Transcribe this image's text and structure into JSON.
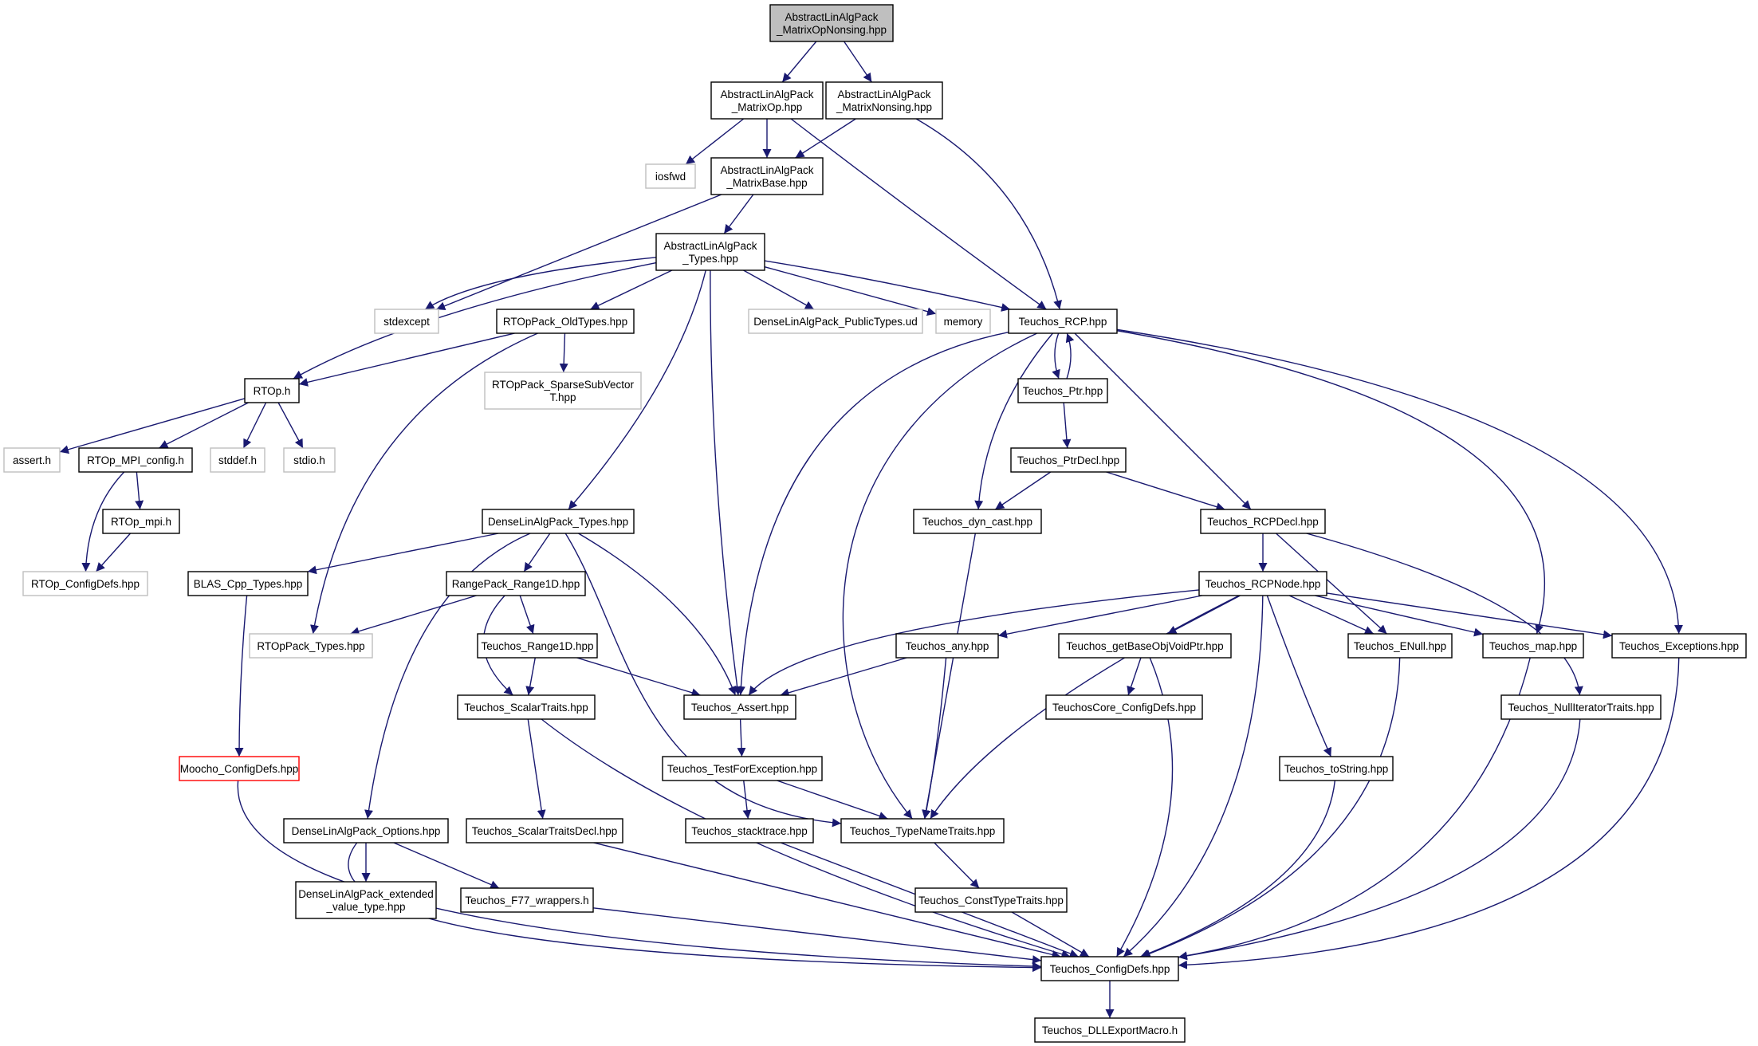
{
  "colors": {
    "edge": "#191970",
    "node_border_default": "#000000",
    "node_border_external": "#bfbfbf",
    "node_border_warning": "#ff0000",
    "node_fill_root": "#bfbfbf",
    "node_fill": "#ffffff"
  },
  "nodes": {
    "root": {
      "lines": [
        "AbstractLinAlgPack",
        "_MatrixOpNonsing.hpp"
      ],
      "kind": "root"
    },
    "matrixop": {
      "lines": [
        "AbstractLinAlgPack",
        "_MatrixOp.hpp"
      ],
      "kind": "default"
    },
    "matrixnonsing": {
      "lines": [
        "AbstractLinAlgPack",
        "_MatrixNonsing.hpp"
      ],
      "kind": "default"
    },
    "iosfwd": {
      "lines": [
        "iosfwd"
      ],
      "kind": "external"
    },
    "matrixbase": {
      "lines": [
        "AbstractLinAlgPack",
        "_MatrixBase.hpp"
      ],
      "kind": "default"
    },
    "types": {
      "lines": [
        "AbstractLinAlgPack",
        "_Types.hpp"
      ],
      "kind": "default"
    },
    "stdexcept": {
      "lines": [
        "stdexcept"
      ],
      "kind": "external"
    },
    "rtoptypesold": {
      "lines": [
        "RTOpPack_OldTypes.hpp"
      ],
      "kind": "default"
    },
    "denseud": {
      "lines": [
        "DenseLinAlgPack_PublicTypes.ud"
      ],
      "kind": "external"
    },
    "memory": {
      "lines": [
        "memory"
      ],
      "kind": "external"
    },
    "rcp": {
      "lines": [
        "Teuchos_RCP.hpp"
      ],
      "kind": "default"
    },
    "rtoph": {
      "lines": [
        "RTOp.h"
      ],
      "kind": "default"
    },
    "sparsesub": {
      "lines": [
        "RTOpPack_SparseSubVector",
        "T.hpp"
      ],
      "kind": "external"
    },
    "ptr": {
      "lines": [
        "Teuchos_Ptr.hpp"
      ],
      "kind": "default"
    },
    "asserth": {
      "lines": [
        "assert.h"
      ],
      "kind": "external"
    },
    "mpiconfig": {
      "lines": [
        "RTOp_MPI_config.h"
      ],
      "kind": "default"
    },
    "stddef": {
      "lines": [
        "stddef.h"
      ],
      "kind": "external"
    },
    "stdio": {
      "lines": [
        "stdio.h"
      ],
      "kind": "external"
    },
    "ptrdecl": {
      "lines": [
        "Teuchos_PtrDecl.hpp"
      ],
      "kind": "default"
    },
    "rtopmpi": {
      "lines": [
        "RTOp_mpi.h"
      ],
      "kind": "default"
    },
    "densetypes": {
      "lines": [
        "DenseLinAlgPack_Types.hpp"
      ],
      "kind": "default"
    },
    "dyncast": {
      "lines": [
        "Teuchos_dyn_cast.hpp"
      ],
      "kind": "default"
    },
    "rcpdecl": {
      "lines": [
        "Teuchos_RCPDecl.hpp"
      ],
      "kind": "default"
    },
    "rtopconfig": {
      "lines": [
        "RTOp_ConfigDefs.hpp"
      ],
      "kind": "external"
    },
    "blas": {
      "lines": [
        "BLAS_Cpp_Types.hpp"
      ],
      "kind": "default"
    },
    "range1dpack": {
      "lines": [
        "RangePack_Range1D.hpp"
      ],
      "kind": "default"
    },
    "rcpnode": {
      "lines": [
        "Teuchos_RCPNode.hpp"
      ],
      "kind": "default"
    },
    "rtoppacktypes": {
      "lines": [
        "RTOpPack_Types.hpp"
      ],
      "kind": "external"
    },
    "range1d": {
      "lines": [
        "Teuchos_Range1D.hpp"
      ],
      "kind": "default"
    },
    "any": {
      "lines": [
        "Teuchos_any.hpp"
      ],
      "kind": "default"
    },
    "getbase": {
      "lines": [
        "Teuchos_getBaseObjVoidPtr.hpp"
      ],
      "kind": "default"
    },
    "enull": {
      "lines": [
        "Teuchos_ENull.hpp"
      ],
      "kind": "default"
    },
    "map": {
      "lines": [
        "Teuchos_map.hpp"
      ],
      "kind": "default"
    },
    "exceptions": {
      "lines": [
        "Teuchos_Exceptions.hpp"
      ],
      "kind": "default"
    },
    "scalartraits": {
      "lines": [
        "Teuchos_ScalarTraits.hpp"
      ],
      "kind": "default"
    },
    "assert": {
      "lines": [
        "Teuchos_Assert.hpp"
      ],
      "kind": "default"
    },
    "coreconfig": {
      "lines": [
        "TeuchosCore_ConfigDefs.hpp"
      ],
      "kind": "default"
    },
    "nulliter": {
      "lines": [
        "Teuchos_NullIteratorTraits.hpp"
      ],
      "kind": "default"
    },
    "moocho": {
      "lines": [
        "Moocho_ConfigDefs.hpp"
      ],
      "kind": "warning"
    },
    "testforexc": {
      "lines": [
        "Teuchos_TestForException.hpp"
      ],
      "kind": "default"
    },
    "tostring": {
      "lines": [
        "Teuchos_toString.hpp"
      ],
      "kind": "default"
    },
    "options": {
      "lines": [
        "DenseLinAlgPack_Options.hpp"
      ],
      "kind": "default"
    },
    "scalartraitsdecl": {
      "lines": [
        "Teuchos_ScalarTraitsDecl.hpp"
      ],
      "kind": "default"
    },
    "stacktrace": {
      "lines": [
        "Teuchos_stacktrace.hpp"
      ],
      "kind": "default"
    },
    "typename": {
      "lines": [
        "Teuchos_TypeNameTraits.hpp"
      ],
      "kind": "default"
    },
    "extended": {
      "lines": [
        "DenseLinAlgPack_extended",
        "_value_type.hpp"
      ],
      "kind": "default"
    },
    "f77": {
      "lines": [
        "Teuchos_F77_wrappers.h"
      ],
      "kind": "default"
    },
    "consttype": {
      "lines": [
        "Teuchos_ConstTypeTraits.hpp"
      ],
      "kind": "default"
    },
    "configdefs": {
      "lines": [
        "Teuchos_ConfigDefs.hpp"
      ],
      "kind": "default"
    },
    "dllexport": {
      "lines": [
        "Teuchos_DLLExportMacro.h"
      ],
      "kind": "default"
    }
  },
  "edges": [
    [
      "root",
      "matrixop"
    ],
    [
      "root",
      "matrixnonsing"
    ],
    [
      "matrixop",
      "iosfwd"
    ],
    [
      "matrixop",
      "matrixbase"
    ],
    [
      "matrixop",
      "rcp"
    ],
    [
      "matrixnonsing",
      "matrixbase"
    ],
    [
      "matrixnonsing",
      "rcp"
    ],
    [
      "matrixbase",
      "types"
    ],
    [
      "matrixbase",
      "stdexcept"
    ],
    [
      "types",
      "stdexcept"
    ],
    [
      "types",
      "rtoptypesold"
    ],
    [
      "types",
      "denseud"
    ],
    [
      "types",
      "memory"
    ],
    [
      "types",
      "rcp"
    ],
    [
      "types",
      "rtoph"
    ],
    [
      "types",
      "densetypes"
    ],
    [
      "types",
      "assert"
    ],
    [
      "rtoptypesold",
      "rtoph"
    ],
    [
      "rtoptypesold",
      "sparsesub"
    ],
    [
      "rtoptypesold",
      "rtoppacktypes"
    ],
    [
      "rtoph",
      "asserth"
    ],
    [
      "rtoph",
      "mpiconfig"
    ],
    [
      "rtoph",
      "stddef"
    ],
    [
      "rtoph",
      "stdio"
    ],
    [
      "mpiconfig",
      "rtopmpi"
    ],
    [
      "mpiconfig",
      "rtopconfig"
    ],
    [
      "rtopmpi",
      "rtopconfig"
    ],
    [
      "rcp",
      "ptr"
    ],
    [
      "ptr",
      "rcp"
    ],
    [
      "ptr",
      "ptrdecl"
    ],
    [
      "rcp",
      "dyncast"
    ],
    [
      "rcp",
      "rcpdecl"
    ],
    [
      "rcp",
      "assert"
    ],
    [
      "rcp",
      "typename"
    ],
    [
      "rcp",
      "map"
    ],
    [
      "rcp",
      "exceptions"
    ],
    [
      "ptrdecl",
      "dyncast"
    ],
    [
      "ptrdecl",
      "rcpdecl"
    ],
    [
      "dyncast",
      "typename"
    ],
    [
      "rcpdecl",
      "rcpnode"
    ],
    [
      "rcpdecl",
      "enull"
    ],
    [
      "rcpdecl",
      "nulliter"
    ],
    [
      "rcpnode",
      "any"
    ],
    [
      "rcpnode",
      "getbase"
    ],
    [
      "rcpnode",
      "enull"
    ],
    [
      "rcpnode",
      "map"
    ],
    [
      "rcpnode",
      "exceptions"
    ],
    [
      "rcpnode",
      "assert"
    ],
    [
      "rcpnode",
      "typename"
    ],
    [
      "rcpnode",
      "tostring"
    ],
    [
      "rcpnode",
      "configdefs"
    ],
    [
      "densetypes",
      "blas"
    ],
    [
      "densetypes",
      "range1dpack"
    ],
    [
      "densetypes",
      "options"
    ],
    [
      "densetypes",
      "assert"
    ],
    [
      "densetypes",
      "typename"
    ],
    [
      "range1dpack",
      "rtoppacktypes"
    ],
    [
      "range1dpack",
      "range1d"
    ],
    [
      "range1dpack",
      "scalartraits"
    ],
    [
      "range1d",
      "scalartraits"
    ],
    [
      "range1d",
      "assert"
    ],
    [
      "blas",
      "moocho"
    ],
    [
      "moocho",
      "configdefs"
    ],
    [
      "any",
      "assert"
    ],
    [
      "any",
      "typename"
    ],
    [
      "getbase",
      "coreconfig"
    ],
    [
      "getbase",
      "configdefs"
    ],
    [
      "assert",
      "testforexc"
    ],
    [
      "testforexc",
      "stacktrace"
    ],
    [
      "testforexc",
      "typename"
    ],
    [
      "scalartraits",
      "scalartraitsdecl"
    ],
    [
      "scalartraits",
      "configdefs"
    ],
    [
      "scalartraitsdecl",
      "configdefs"
    ],
    [
      "options",
      "extended"
    ],
    [
      "options",
      "f77"
    ],
    [
      "options",
      "configdefs"
    ],
    [
      "f77",
      "configdefs"
    ],
    [
      "stacktrace",
      "configdefs"
    ],
    [
      "typename",
      "consttype"
    ],
    [
      "consttype",
      "configdefs"
    ],
    [
      "enull",
      "configdefs"
    ],
    [
      "map",
      "configdefs"
    ],
    [
      "exceptions",
      "configdefs"
    ],
    [
      "nulliter",
      "configdefs"
    ],
    [
      "tostring",
      "configdefs"
    ],
    [
      "configdefs",
      "dllexport"
    ]
  ]
}
